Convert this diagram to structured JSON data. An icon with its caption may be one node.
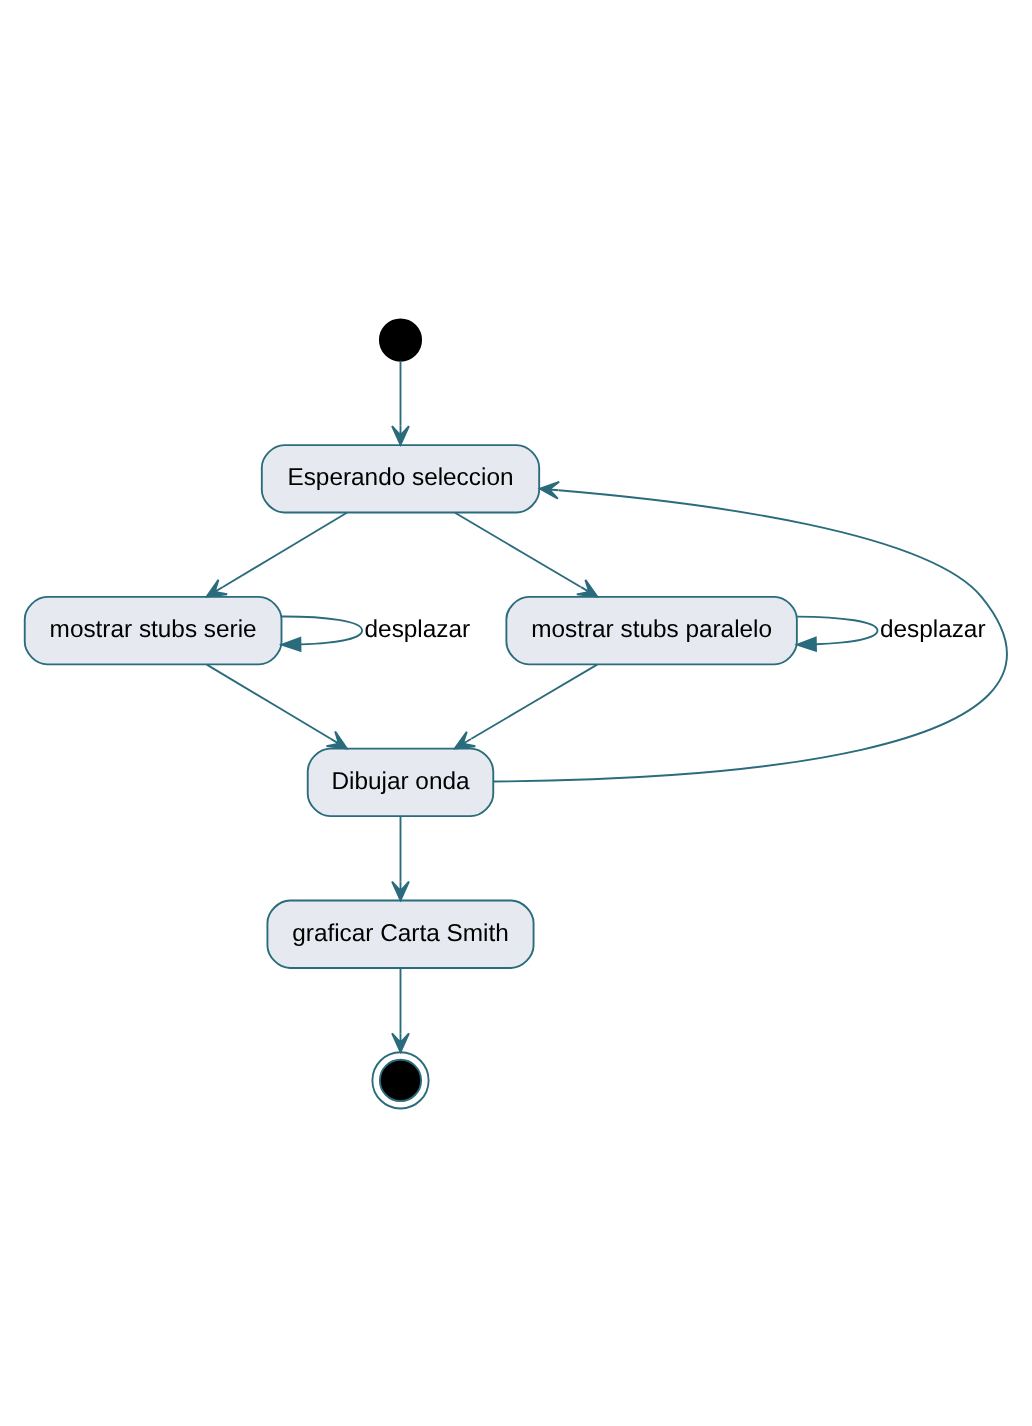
{
  "diagram": {
    "nodes": [
      {
        "text": [],
        "shape": "circle"
      },
      {
        "text": [
          "Esperando seleccion"
        ]
      },
      {
        "text": [
          "mostrar stubs serie"
        ]
      },
      {
        "text": [
          "mostrar stubs paralelo"
        ]
      },
      {
        "text": [
          "Dibujar onda"
        ]
      },
      {
        "text": [
          "graficar Carta Smith"
        ]
      },
      {
        "text": [],
        "shape": "circle"
      }
    ],
    "edges": [
      {
        "from": 0,
        "to": 1,
        "arrow": "to"
      },
      {
        "from": 1,
        "to": 2,
        "arrow": "to"
      },
      {
        "from": 1,
        "to": 3,
        "arrow": "to"
      },
      {
        "from": 2,
        "to": 2,
        "arrow": "to",
        "label": "desplazar"
      },
      {
        "from": 3,
        "to": 3,
        "arrow": "to",
        "label": "desplazar"
      },
      {
        "from": 2,
        "to": 4,
        "arrow": "to"
      },
      {
        "from": 3,
        "to": 4,
        "arrow": "to"
      },
      {
        "from": 4,
        "to": 1,
        "arrow": "to"
      },
      {
        "from": 4,
        "to": 5,
        "arrow": "to"
      },
      {
        "from": 5,
        "to": 6,
        "arrow": "to"
      }
    ]
  }
}
